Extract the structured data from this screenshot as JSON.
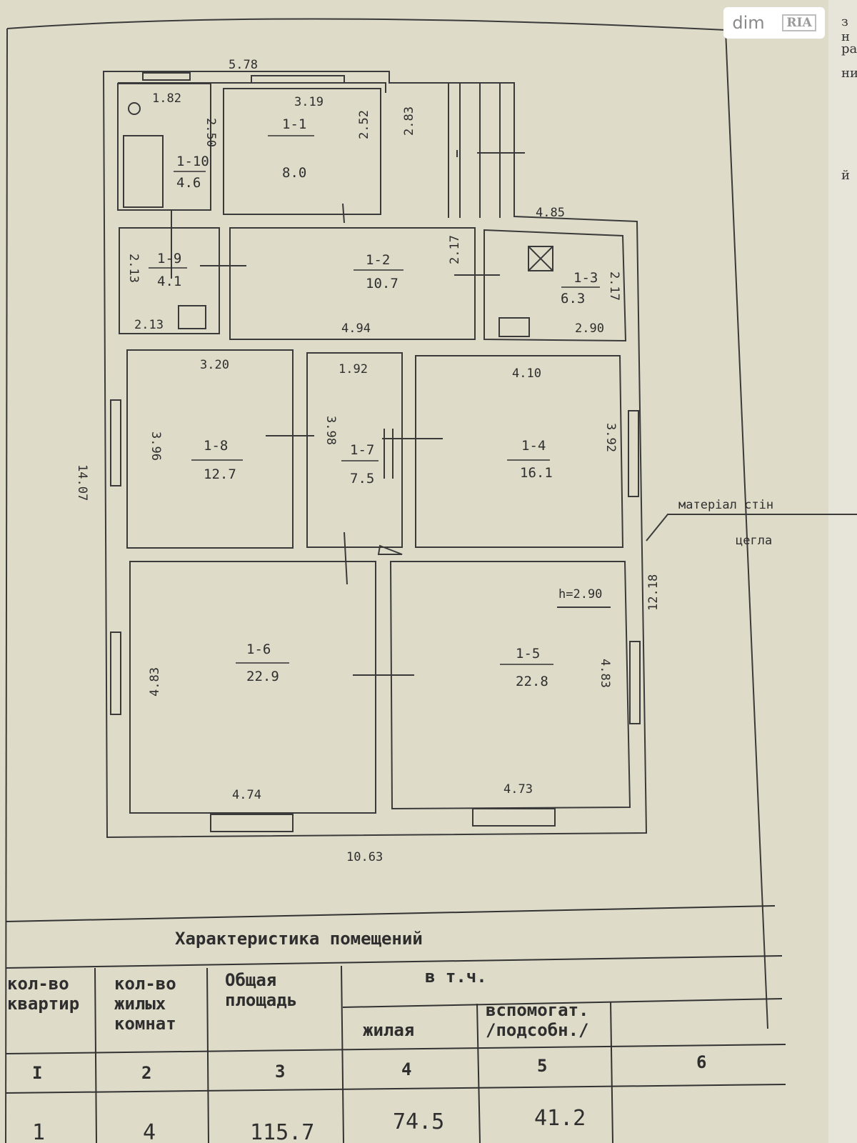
{
  "watermark": {
    "text": "dim",
    "logo": "RIA"
  },
  "side_fragments": [
    "з н",
    "ра",
    "ни",
    "й"
  ],
  "plan": {
    "dims": {
      "top": "5.78",
      "left": "14.07",
      "right": "12.18",
      "bottom": "10.63",
      "corridor_top": "4.85",
      "mid": "4.94",
      "height": "h=2.90"
    },
    "wall_material_label": "матеріал стін",
    "wall_material_value": "цегла",
    "rooms": [
      {
        "id": "1-1",
        "area": "8.0",
        "w": "3.19",
        "h1": "2.52",
        "h2": "2.83"
      },
      {
        "id": "1-10",
        "area": "4.6",
        "w": "1.82",
        "h": "2.50"
      },
      {
        "id": "1-9",
        "area": "4.1",
        "w": "2.13",
        "h": "2.13"
      },
      {
        "id": "1-2",
        "area": "10.7",
        "h": "2.17"
      },
      {
        "id": "1-3",
        "area": "6.3",
        "w": "2.90",
        "h": "2.17"
      },
      {
        "id": "1-8",
        "area": "12.7",
        "w": "3.20",
        "h": "3.96"
      },
      {
        "id": "1-7",
        "area": "7.5",
        "w": "1.92",
        "h": "3.98"
      },
      {
        "id": "1-4",
        "area": "16.1",
        "w": "4.10",
        "h": "3.92"
      },
      {
        "id": "1-6",
        "area": "22.9",
        "w": "4.74",
        "h": "4.83"
      },
      {
        "id": "1-5",
        "area": "22.8",
        "w": "4.73",
        "h": "4.83"
      }
    ]
  },
  "table": {
    "title": "Характеристика помещений",
    "headers": [
      "кол-во квартир",
      "кол-во жилых комнат",
      "Общая площадь",
      "в т.ч.",
      "жилая",
      "вспомогат. /подсобн./"
    ],
    "col_numbers": [
      "I",
      "2",
      "3",
      "4",
      "5",
      "6"
    ],
    "row": [
      "1",
      "4",
      "115.7",
      "74.5",
      "41.2"
    ]
  }
}
